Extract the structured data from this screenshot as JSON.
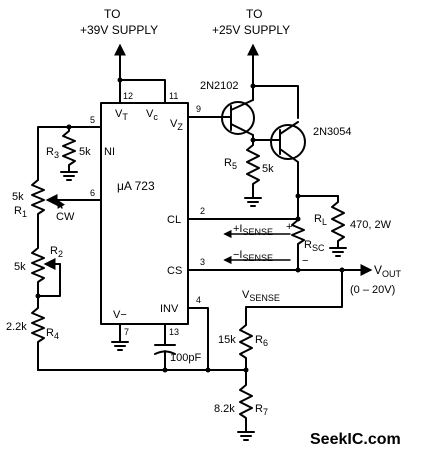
{
  "supplies": {
    "to_39_line1": "TO",
    "to_39_line2": "+39V SUPPLY",
    "to_25_line1": "TO",
    "to_25_line2": "+25V SUPPLY"
  },
  "ic": {
    "name": "μA 723",
    "pins": {
      "vt_num": "12",
      "vc_num": "11",
      "vz_num": "9",
      "ni_num": "5",
      "six_num": "6",
      "cl_num": "2",
      "cs_num": "3",
      "inv_num": "4",
      "vminus_num": "7",
      "comp_num": "13"
    },
    "labels": {
      "vt": "V",
      "vt_sub": "T",
      "vc": "V",
      "vc_sub": "c",
      "vz": "V",
      "vz_sub": "Z",
      "ni": "NI",
      "cl": "CL",
      "cs": "CS",
      "inv": "INV",
      "vminus": "V−"
    }
  },
  "transistors": {
    "q1": "2N2102",
    "q2": "2N3054"
  },
  "components": {
    "r3_name": "R",
    "r3_sub": "3",
    "r3_value": "5k",
    "r1_value": "5k",
    "r1_name": "R",
    "r1_sub": "1",
    "cw": "CW",
    "r2_name": "R",
    "r2_sub": "2",
    "r2_value": "5k",
    "r4_value": "2.2k",
    "r4_name": "R",
    "r4_sub": "4",
    "r5_name": "R",
    "r5_sub": "5",
    "r5_value": "5k",
    "rl_name": "R",
    "rl_sub": "L",
    "rl_value": "470, 2W",
    "rsc_name": "R",
    "rsc_sub": "SC",
    "r6_value": "15k",
    "r6_name": "R",
    "r6_sub": "6",
    "r7_value": "8.2k",
    "r7_name": "R",
    "r7_sub": "7",
    "cap_value": "100pF"
  },
  "signals": {
    "isense_plus": "+I",
    "isense_plus_sub": "SENSE",
    "isense_minus": "−I",
    "isense_minus_sub": "SENSE",
    "vsense": "V",
    "vsense_sub": "SENSE",
    "vout": "V",
    "vout_sub": "OUT",
    "vout_range": "(0 – 20V)",
    "plus": "+",
    "minus": "−"
  },
  "watermark": "SeekIC.com"
}
